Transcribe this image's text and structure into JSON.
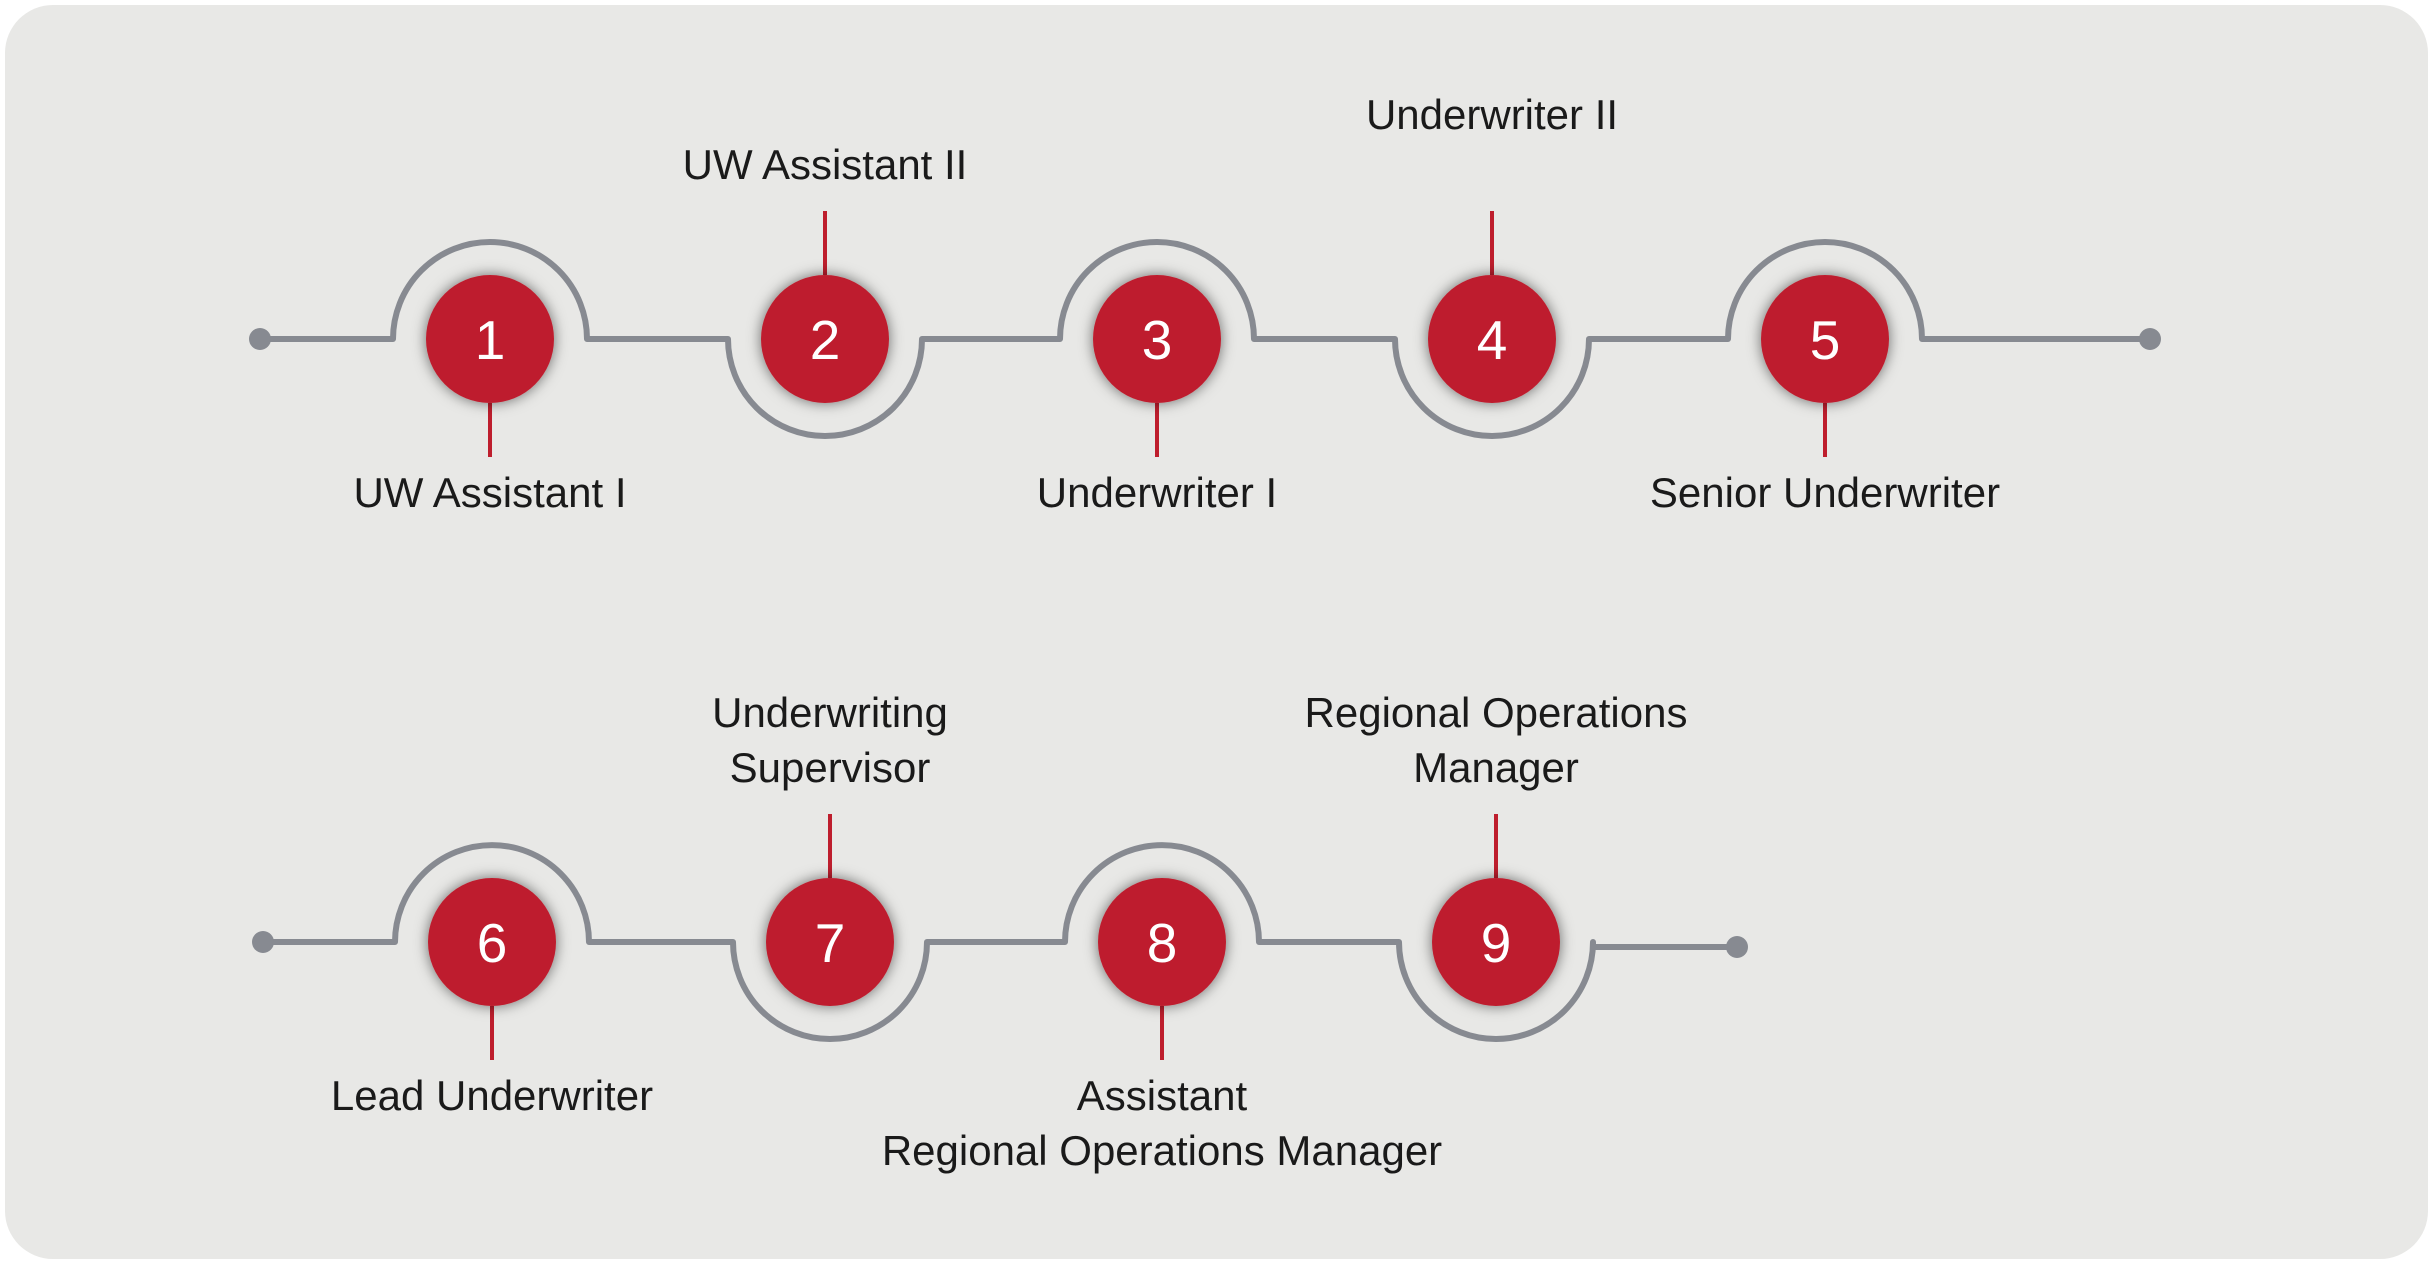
{
  "colors": {
    "background": "#e8e8e6",
    "track": "#878a91",
    "circle": "#be1e2d",
    "connector": "#be1e2d",
    "text": "#1a1a1a",
    "number": "#ffffff"
  },
  "steps": [
    {
      "number": "1",
      "label_lines": [
        "UW Assistant I"
      ]
    },
    {
      "number": "2",
      "label_lines": [
        "UW Assistant II"
      ]
    },
    {
      "number": "3",
      "label_lines": [
        "Underwriter I"
      ]
    },
    {
      "number": "4",
      "label_lines": [
        "Underwriter II"
      ]
    },
    {
      "number": "5",
      "label_lines": [
        "Senior Underwriter"
      ]
    },
    {
      "number": "6",
      "label_lines": [
        "Lead Underwriter"
      ]
    },
    {
      "number": "7",
      "label_lines": [
        "Underwriting",
        "Supervisor"
      ]
    },
    {
      "number": "8",
      "label_lines": [
        "Assistant",
        "Regional Operations Manager"
      ]
    },
    {
      "number": "9",
      "label_lines": [
        "Regional Operations",
        "Manager"
      ]
    }
  ]
}
